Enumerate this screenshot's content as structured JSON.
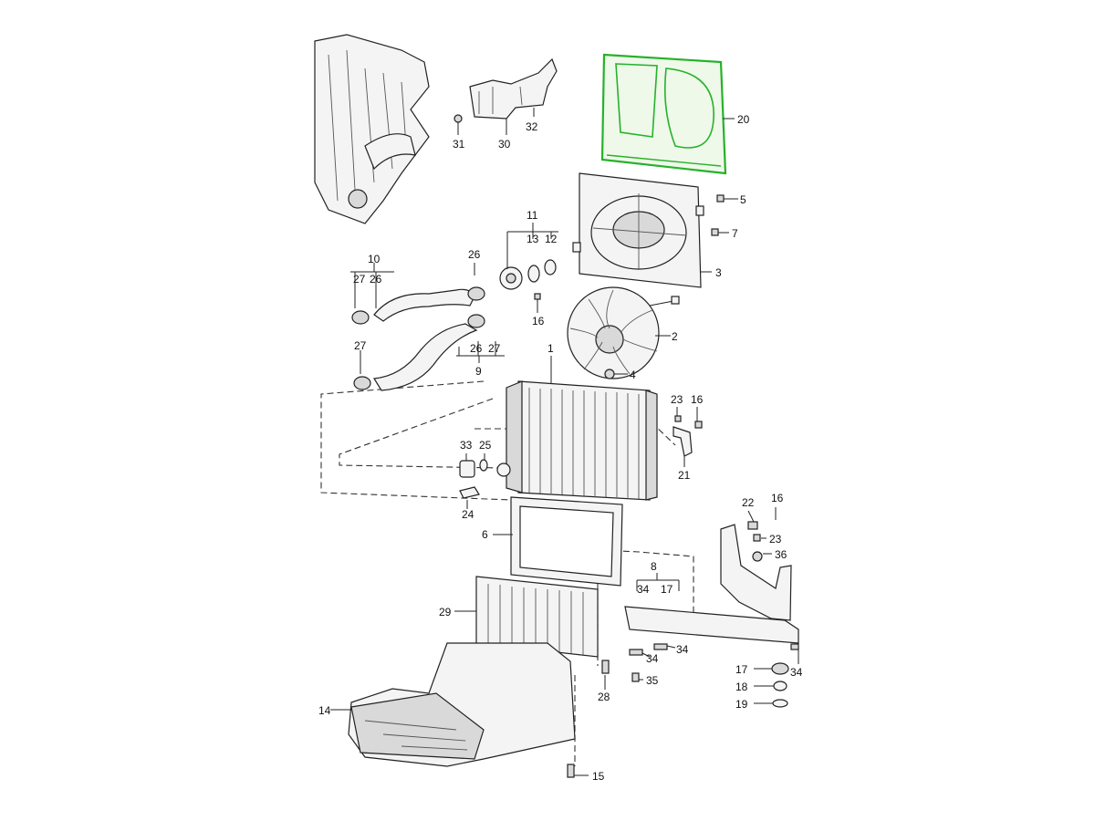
{
  "highlight_color": "#27b12a",
  "callouts": {
    "p1": "1",
    "p2": "2",
    "p3": "3",
    "p4": "4",
    "p5": "5",
    "p6": "6",
    "p7": "7",
    "p8": "8",
    "p8a": "34",
    "p8b": "17",
    "p9": "9",
    "p9a": "26",
    "p9b": "27",
    "p10": "10",
    "p10a": "27",
    "p10b": "26",
    "p11": "11",
    "p11a": "13",
    "p11b": "12",
    "p12_16": "16",
    "p13_27": "27",
    "p14": "14",
    "p15": "15",
    "p16a": "16",
    "p16b": "16",
    "p17": "17",
    "p18": "18",
    "p19": "19",
    "p20": "20",
    "p21": "21",
    "p22": "22",
    "p23a": "23",
    "p23b": "23",
    "p24": "24",
    "p25": "25",
    "p26": "26",
    "p28": "28",
    "p29": "29",
    "p30": "30",
    "p31": "31",
    "p32": "32",
    "p33": "33",
    "p34a": "34",
    "p34b": "34",
    "p34c": "34",
    "p35": "35",
    "p36": "36"
  }
}
